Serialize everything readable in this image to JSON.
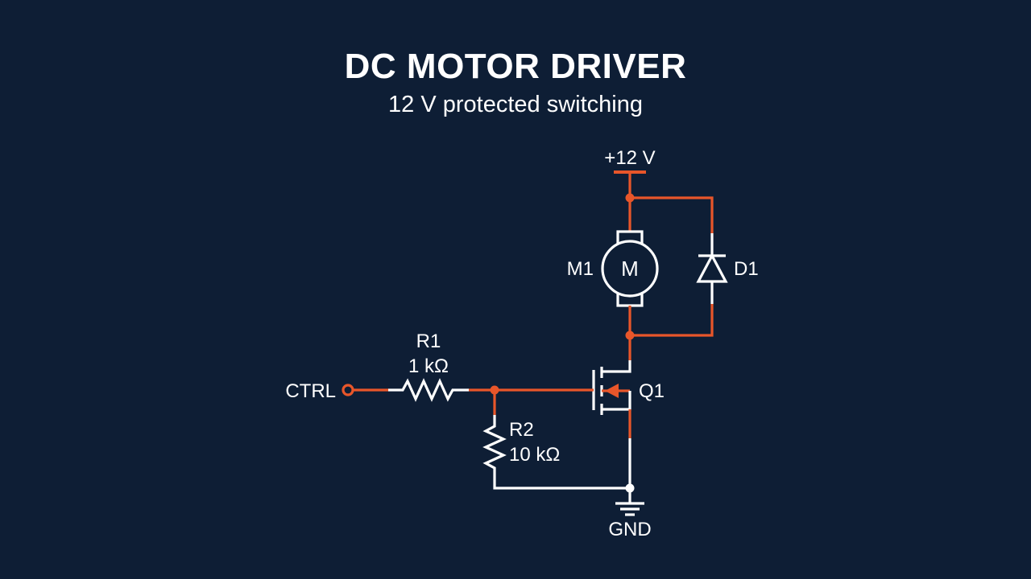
{
  "title": "DC MOTOR DRIVER",
  "subtitle": "12 V protected switching",
  "colors": {
    "background": "#0e1e35",
    "active_wire": "#e8562a",
    "wire": "#ffffff"
  },
  "labels": {
    "supply": "+12 V",
    "ground": "GND",
    "input": "CTRL",
    "motor_symbol": "M"
  },
  "components": {
    "r1": {
      "ref": "R1",
      "value": "1 kΩ"
    },
    "r2": {
      "ref": "R2",
      "value": "10 kΩ"
    },
    "m1": {
      "ref": "M1"
    },
    "d1": {
      "ref": "D1"
    },
    "q1": {
      "ref": "Q1"
    }
  }
}
